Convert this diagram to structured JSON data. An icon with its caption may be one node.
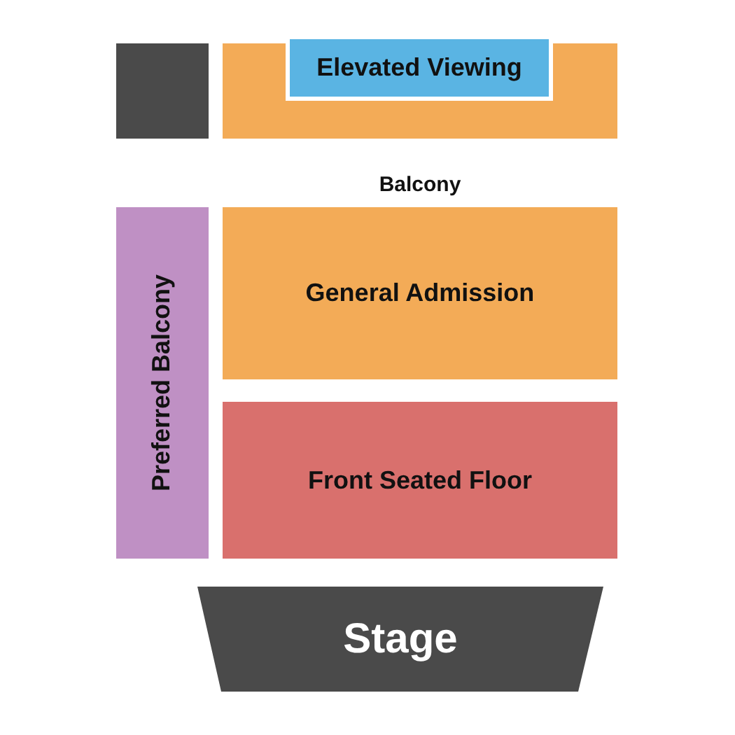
{
  "diagram": {
    "nodes": [
      {
        "text": [],
        "shape": "box"
      },
      {
        "text": [],
        "shape": "box"
      },
      {
        "text": [
          "Elevated Viewing"
        ],
        "in": 1
      },
      {
        "text": [
          "Preferred Balcony"
        ]
      },
      {
        "text": [
          "General Admission"
        ]
      },
      {
        "text": [
          "Front Seated Floor"
        ]
      },
      {
        "text": [
          "Stage"
        ]
      }
    ],
    "labels": [
      "Balcony"
    ]
  }
}
